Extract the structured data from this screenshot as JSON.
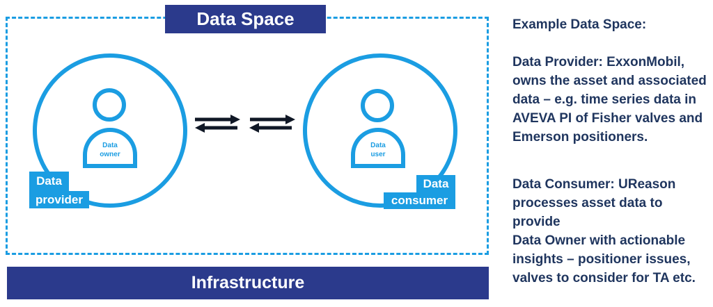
{
  "colors": {
    "accent_blue": "#1b9de2",
    "navy": "#2b3a8c",
    "text_navy": "#1f355e",
    "arrow": "#101826"
  },
  "diagram": {
    "title": "Data Space",
    "infrastructure": "Infrastructure",
    "provider": {
      "persona": [
        "Data",
        "owner"
      ],
      "tag": [
        "Data",
        "provider"
      ]
    },
    "consumer": {
      "persona": [
        "Data",
        "user"
      ],
      "tag": [
        "Data",
        "consumer"
      ]
    }
  },
  "sidebar": {
    "heading": "Example Data Space:",
    "provider_lines": [
      "Data Provider: ExxonMobil,",
      "owns the asset and associated",
      "data – e.g. time series data in",
      "AVEVA PI of Fisher valves and",
      "Emerson positioners."
    ],
    "consumer_lines": [
      "Data Consumer: UReason",
      "processes asset data to provide",
      "Data Owner with actionable",
      "insights – positioner issues,",
      "valves to consider for TA etc."
    ]
  }
}
